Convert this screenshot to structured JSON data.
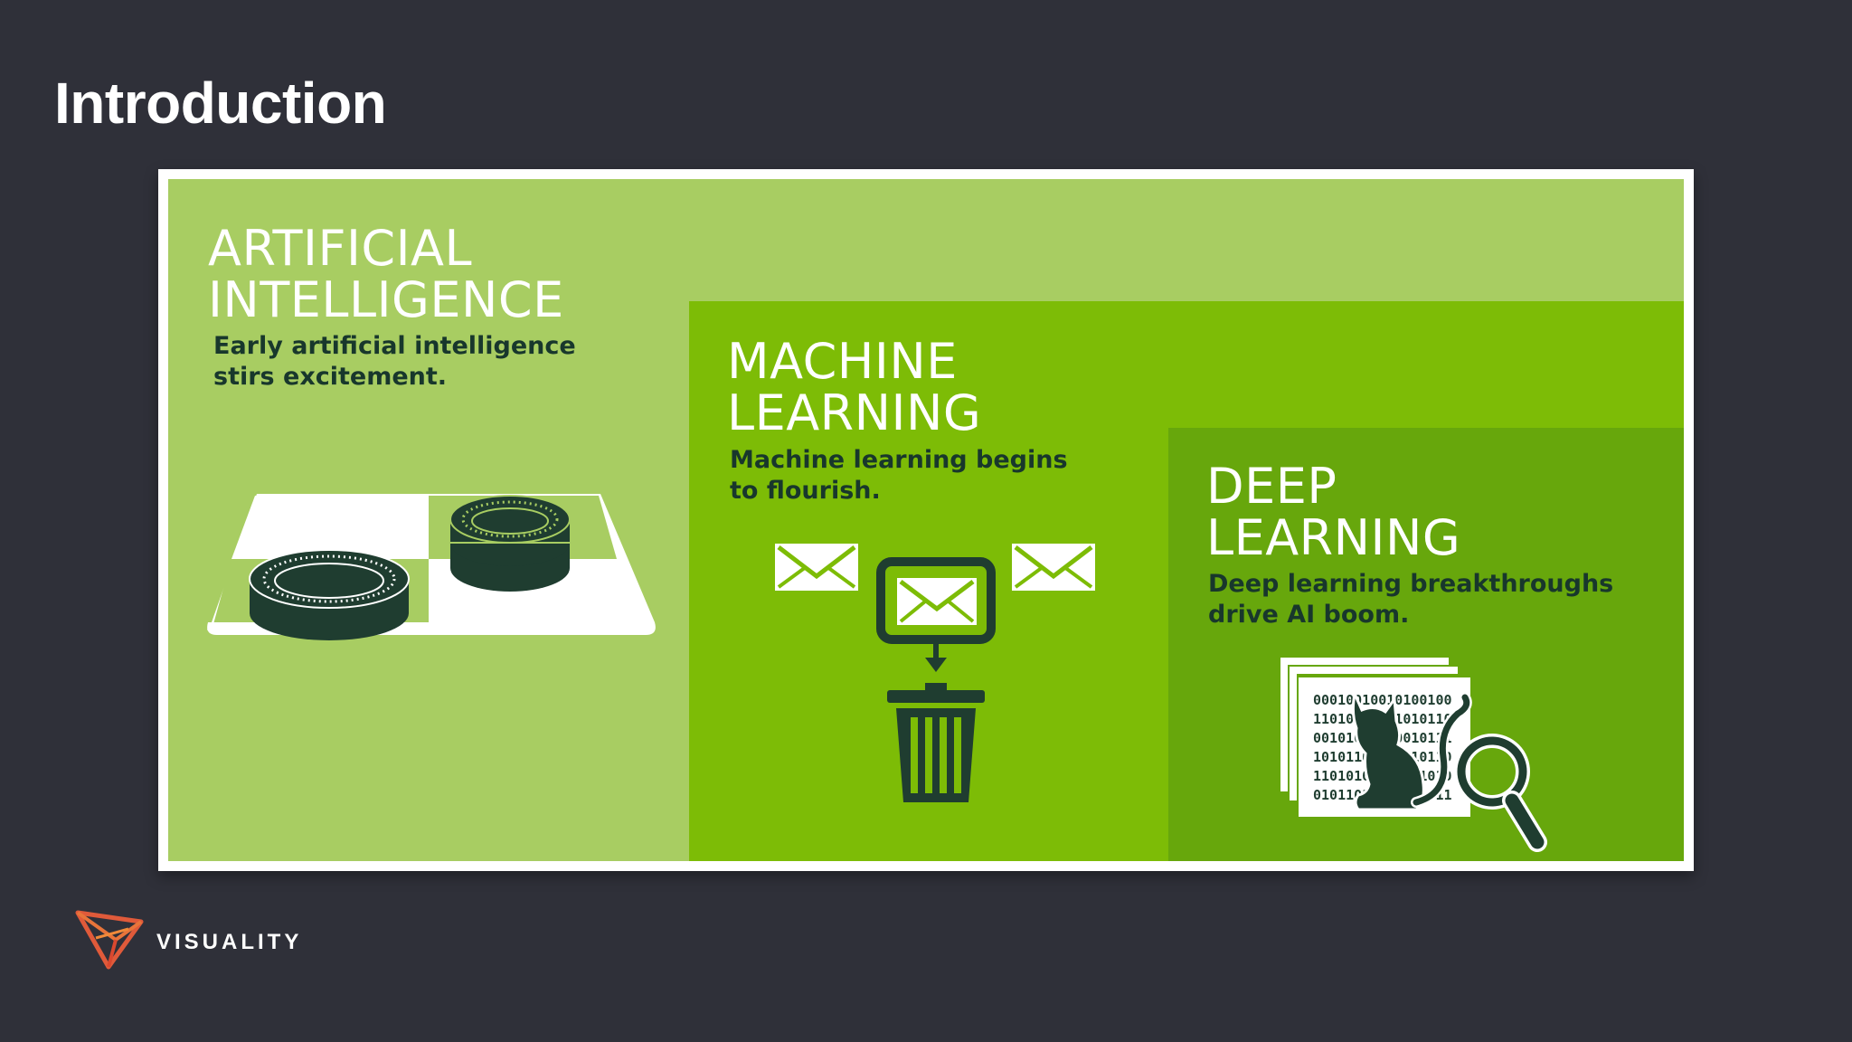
{
  "slide": {
    "title": "Introduction"
  },
  "panels": {
    "ai": {
      "heading": "ARTIFICIAL\nINTELLIGENCE",
      "subtitle": "Early artificial intelligence\nstirs excitement.",
      "illustration_icon": "checkers-board-icon"
    },
    "ml": {
      "heading": "MACHINE\nLEARNING",
      "subtitle": "Machine learning begins\nto flourish.",
      "illustration_icon": "email-spam-filter-icon"
    },
    "dl": {
      "heading": "DEEP\nLEARNING",
      "subtitle": "Deep learning breakthroughs\ndrive AI boom.",
      "illustration_icon": "cat-recognition-magnifier-icon",
      "binary_lines": [
        "00010010010100100",
        "11010110011010110",
        "00101011010010111",
        "10101101001010110",
        "11010101101101010",
        "01011010110101011"
      ]
    }
  },
  "colors": {
    "background": "#2f3039",
    "ai_green": "#a8cd62",
    "ml_green": "#7dbc06",
    "dl_green": "#67a70c",
    "dark_ink": "#18372c"
  },
  "footer": {
    "brand": "VISUALITY",
    "logo_icon": "visuality-logo-icon"
  }
}
